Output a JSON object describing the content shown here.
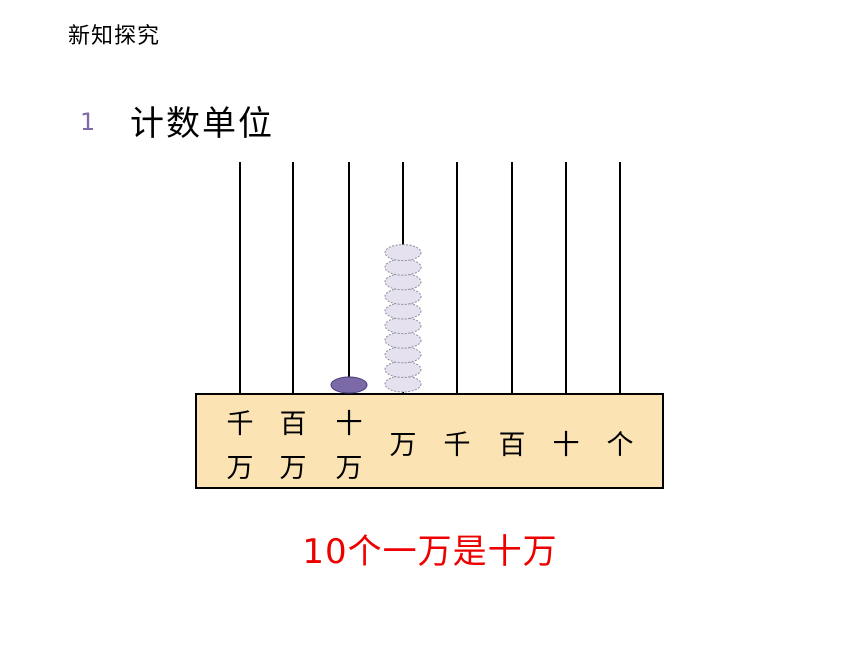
{
  "header": {
    "title": "新知探究"
  },
  "section": {
    "number": "1",
    "title": "计数单位"
  },
  "abacus": {
    "places": [
      {
        "label": [
          "千",
          "万"
        ],
        "beads": 0
      },
      {
        "label": [
          "百",
          "万"
        ],
        "beads": 0
      },
      {
        "label": [
          "十",
          "万"
        ],
        "beads": 1
      },
      {
        "label": [
          "万"
        ],
        "beads": 10
      },
      {
        "label": [
          "千"
        ],
        "beads": 0
      },
      {
        "label": [
          "百"
        ],
        "beads": 0
      },
      {
        "label": [
          "十"
        ],
        "beads": 0
      },
      {
        "label": [
          "个"
        ],
        "beads": 0
      }
    ],
    "colors": {
      "frame": "#fbe3b4",
      "frame_border": "#000000",
      "rod": "#000000",
      "bead_single": "#7b6aa7",
      "bead_stack": "#e6e1ee"
    }
  },
  "conclusion": {
    "text": "10个一万是十万"
  }
}
